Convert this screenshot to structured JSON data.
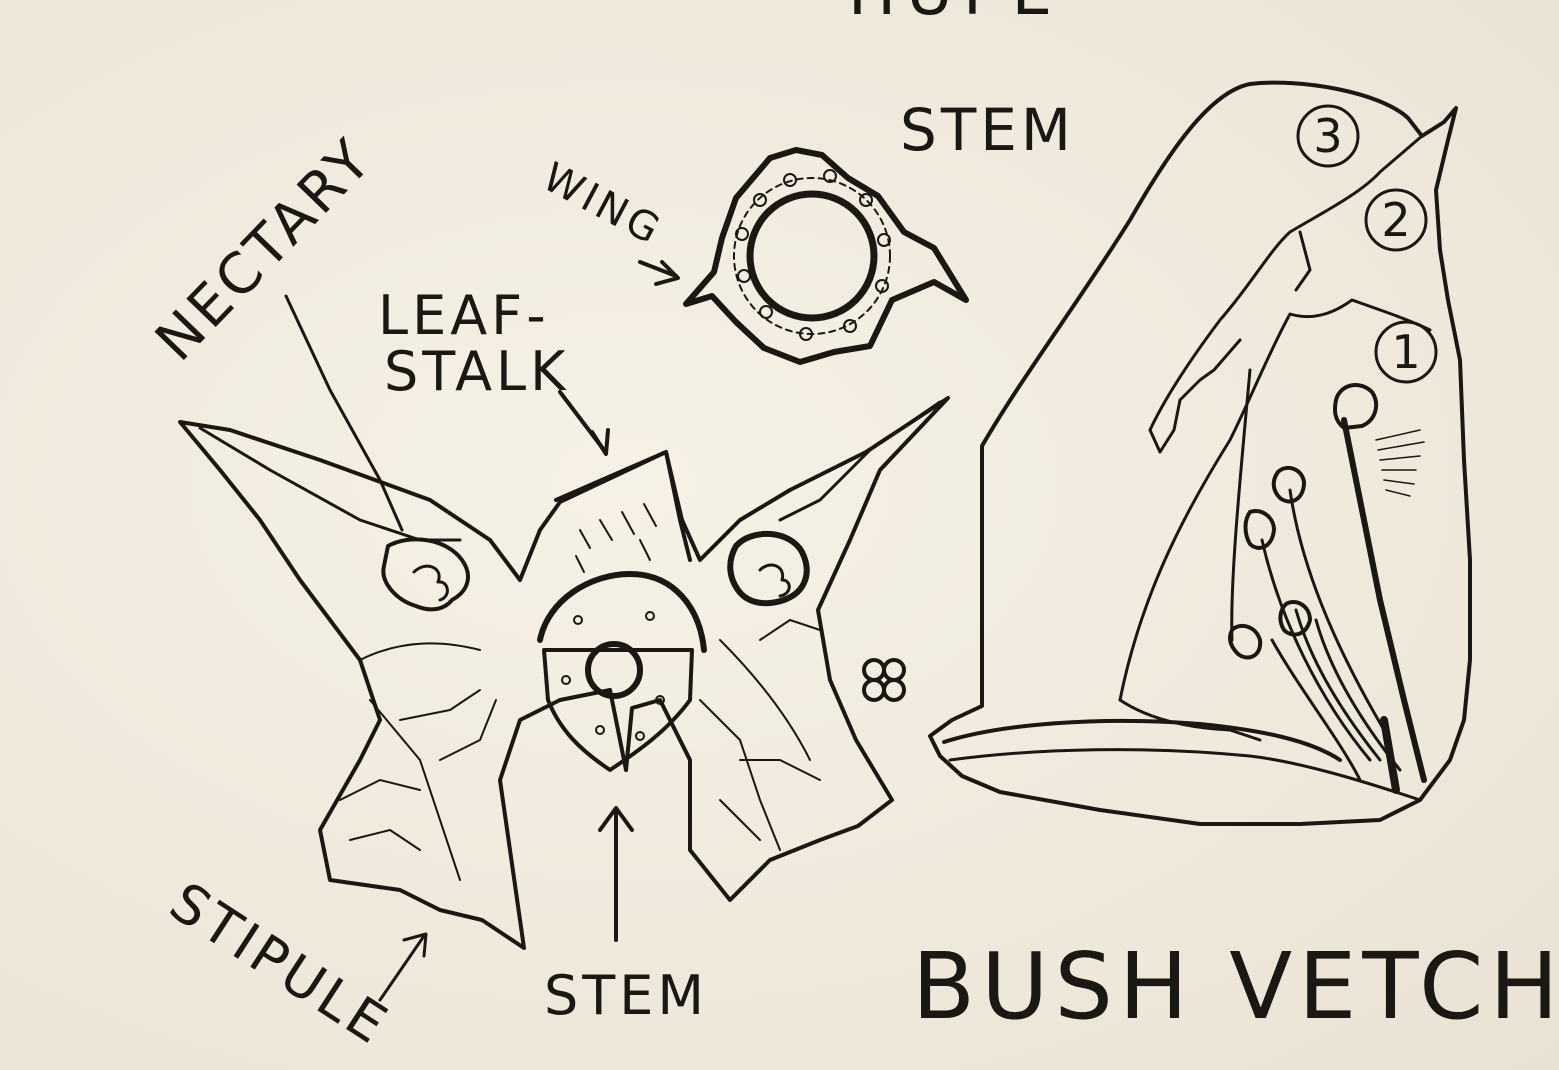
{
  "labels": {
    "title_fragment": "HUPE",
    "stem_top": "STEM",
    "wing": "WING",
    "nectary": "NECTARY",
    "leaf_stalk_line1": "LEAF-",
    "leaf_stalk_line2": "STALK",
    "stipule": "STIPULE",
    "stem_bottom": "STEM",
    "title": "BUSH VETCH"
  },
  "petal_numbers": [
    "3",
    "2",
    "1"
  ],
  "colors": {
    "paper": "#f2ede1",
    "ink": "#1b1713"
  }
}
